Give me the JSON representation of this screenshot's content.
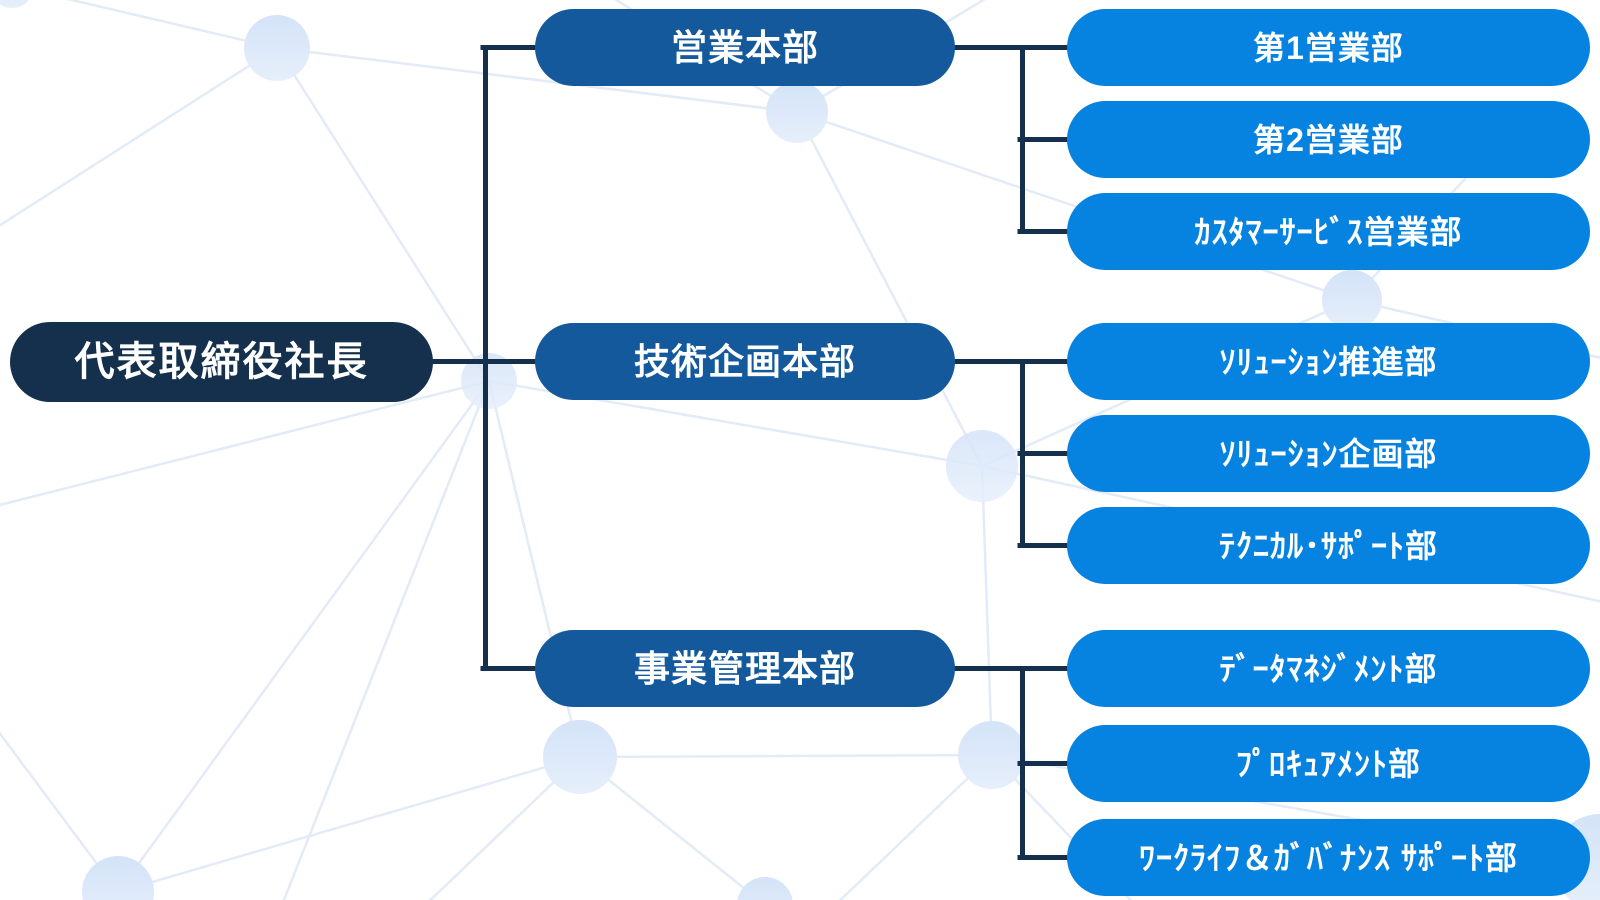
{
  "chart": {
    "type": "org-chart",
    "root": {
      "label": "代表取締役社長"
    },
    "divisions": [
      {
        "label": "営業本部",
        "departments": [
          {
            "label": "第1営業部"
          },
          {
            "label": "第2営業部"
          },
          {
            "label": "ｶｽﾀﾏｰｻｰﾋﾞｽ営業部"
          }
        ]
      },
      {
        "label": "技術企画本部",
        "departments": [
          {
            "label": "ｿﾘｭｰｼｮﾝ推進部"
          },
          {
            "label": "ｿﾘｭｰｼｮﾝ企画部"
          },
          {
            "label": "ﾃｸﾆｶﾙ･ｻﾎﾟｰﾄ部"
          }
        ]
      },
      {
        "label": "事業管理本部",
        "departments": [
          {
            "label": "ﾃﾞｰﾀﾏﾈｼﾞﾒﾝﾄ部"
          },
          {
            "label": "ﾌﾟﾛｷｭｱﾒﾝﾄ部"
          },
          {
            "label": "ﾜｰｸﾗｲﾌ＆ｶﾞﾊﾞﾅﾝｽ ｻﾎﾟｰﾄ部"
          }
        ]
      }
    ]
  },
  "colors": {
    "root_node": "#14304D",
    "division_node": "#15599D",
    "department_node": "#0682E0",
    "connector": "#14304D",
    "node_text": "#FFFFFF",
    "background": "#FFFFFF",
    "bg_network_circle": "#D9E6F8",
    "bg_network_line": "#E3EBF7"
  }
}
